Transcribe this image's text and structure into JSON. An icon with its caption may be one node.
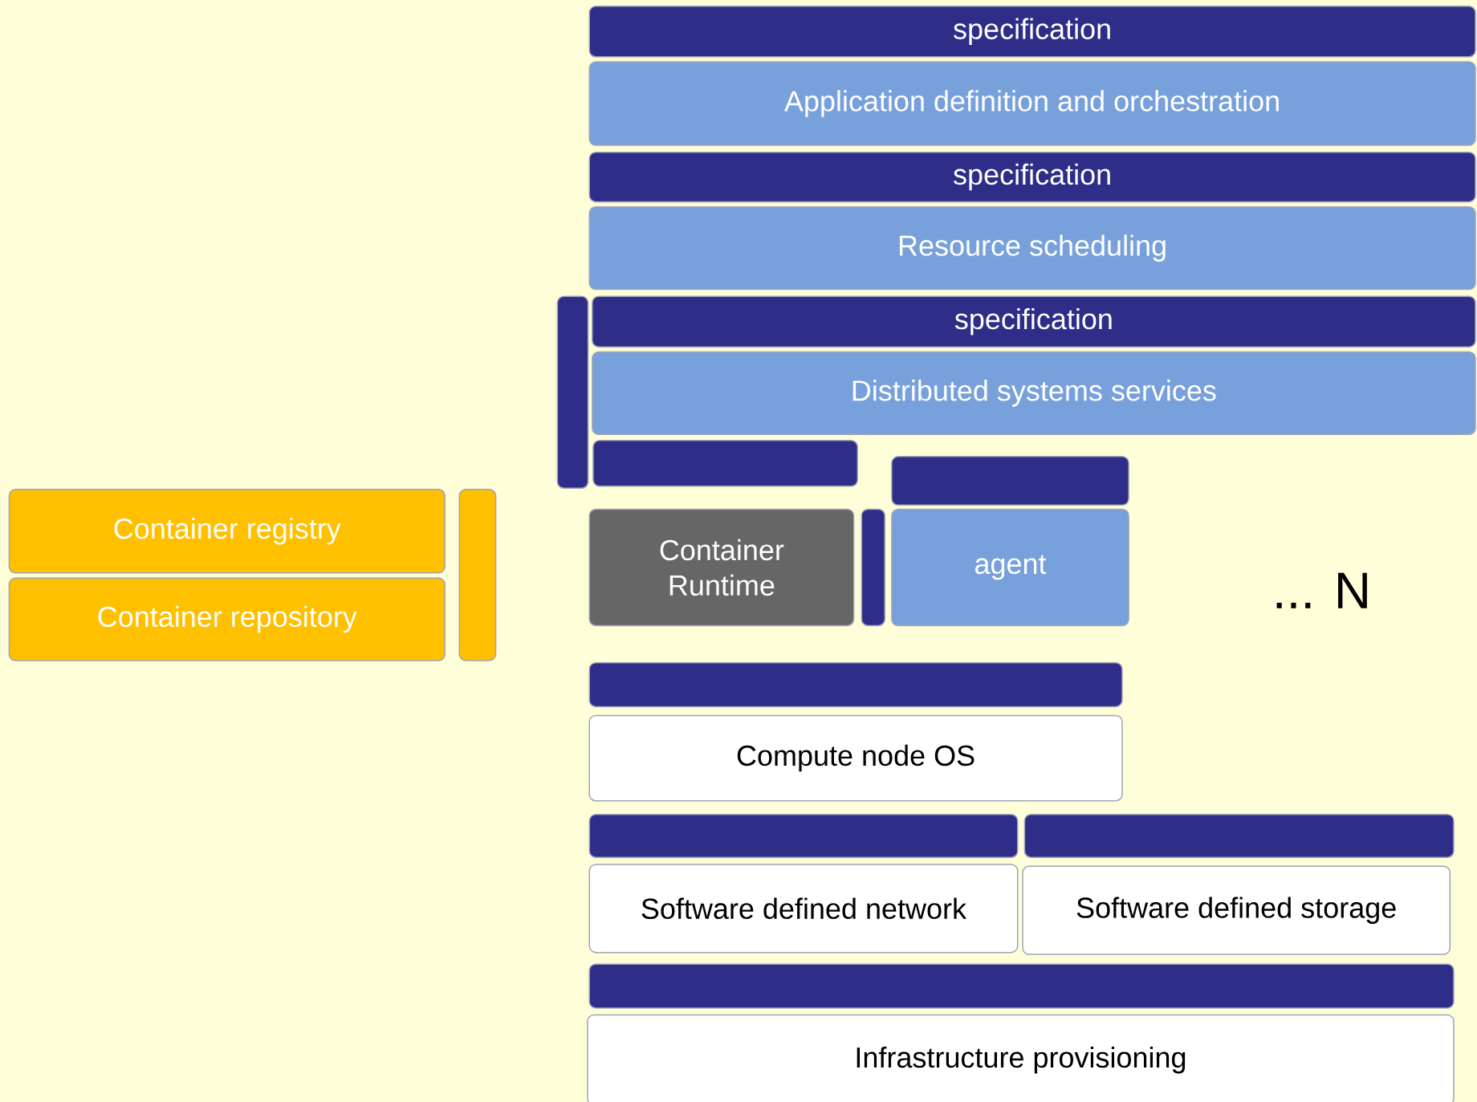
{
  "diagram": {
    "nodes": [
      {
        "text": [
          "specification"
        ]
      },
      {
        "text": [
          "Application definition and orchestration"
        ]
      },
      {
        "text": [
          "specification"
        ]
      },
      {
        "text": [
          "Resource scheduling"
        ]
      },
      {
        "text": [],
        "shape": "bar"
      },
      {
        "text": [
          "specification"
        ]
      },
      {
        "text": [
          "Distributed systems services"
        ]
      },
      {
        "text": [],
        "shape": "bar"
      },
      {
        "text": [],
        "shape": "bar"
      },
      {
        "text": [
          "Container registry"
        ]
      },
      {
        "text": [
          "Container repository"
        ]
      },
      {
        "text": [],
        "shape": "bar"
      },
      {
        "text": [
          "Container Runtime"
        ]
      },
      {
        "text": [],
        "shape": "bar"
      },
      {
        "text": [
          "agent"
        ]
      },
      {
        "text": [],
        "shape": "bar"
      },
      {
        "text": [
          "Compute node OS"
        ]
      },
      {
        "text": [],
        "shape": "bar"
      },
      {
        "text": [],
        "shape": "bar"
      },
      {
        "text": [
          "Software defined network"
        ]
      },
      {
        "text": [
          "Software defined storage"
        ]
      },
      {
        "text": [],
        "shape": "bar"
      },
      {
        "text": [
          "Infrastructure provisioning"
        ]
      }
    ],
    "labels": [
      "... N"
    ]
  }
}
